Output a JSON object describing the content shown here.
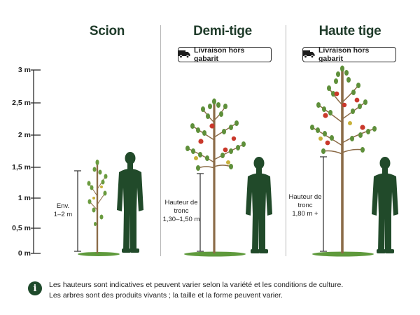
{
  "columns": [
    {
      "title": "Scion",
      "badge": null
    },
    {
      "title": "Demi-tige",
      "badge": "Livraison hors gabarit"
    },
    {
      "title": "Haute tige",
      "badge": "Livraison hors gabarit"
    }
  ],
  "scale": {
    "ticks": [
      {
        "value": 0,
        "label": "0 m"
      },
      {
        "value": 0.5,
        "label": "0,5 m"
      },
      {
        "value": 1,
        "label": "1 m"
      },
      {
        "value": 1.5,
        "label": "1,5 m"
      },
      {
        "value": 2,
        "label": "2 m"
      },
      {
        "value": 2.5,
        "label": "2,5 m"
      },
      {
        "value": 3,
        "label": "3 m"
      }
    ]
  },
  "dimensions": {
    "scion": {
      "line1": "Env.",
      "line2": "1–2 m"
    },
    "demi_tige": {
      "line1": "Hauteur de",
      "line2": "tronc",
      "line3": "1,30–1,50 m"
    },
    "haute_tige": {
      "line1": "Hauteur de",
      "line2": "tronc",
      "line3": "1,80 m +"
    }
  },
  "info": {
    "line1": "Les hauteurs sont indicatives et peuvent varier selon la variété et les conditions de culture.",
    "line2": "Les arbres sont des produits vivants ; la taille et la forme peuvent varier."
  },
  "icons": {
    "truck": "truck-icon",
    "info": "info-icon",
    "person": "person-silhouette"
  },
  "colors": {
    "title": "#1f3b2a",
    "silhouette": "#214a2a",
    "trunk": "#8b6b47",
    "leaf": "#5e8f3a",
    "apple": "#c9382b",
    "grass": "#5f9a3c"
  }
}
